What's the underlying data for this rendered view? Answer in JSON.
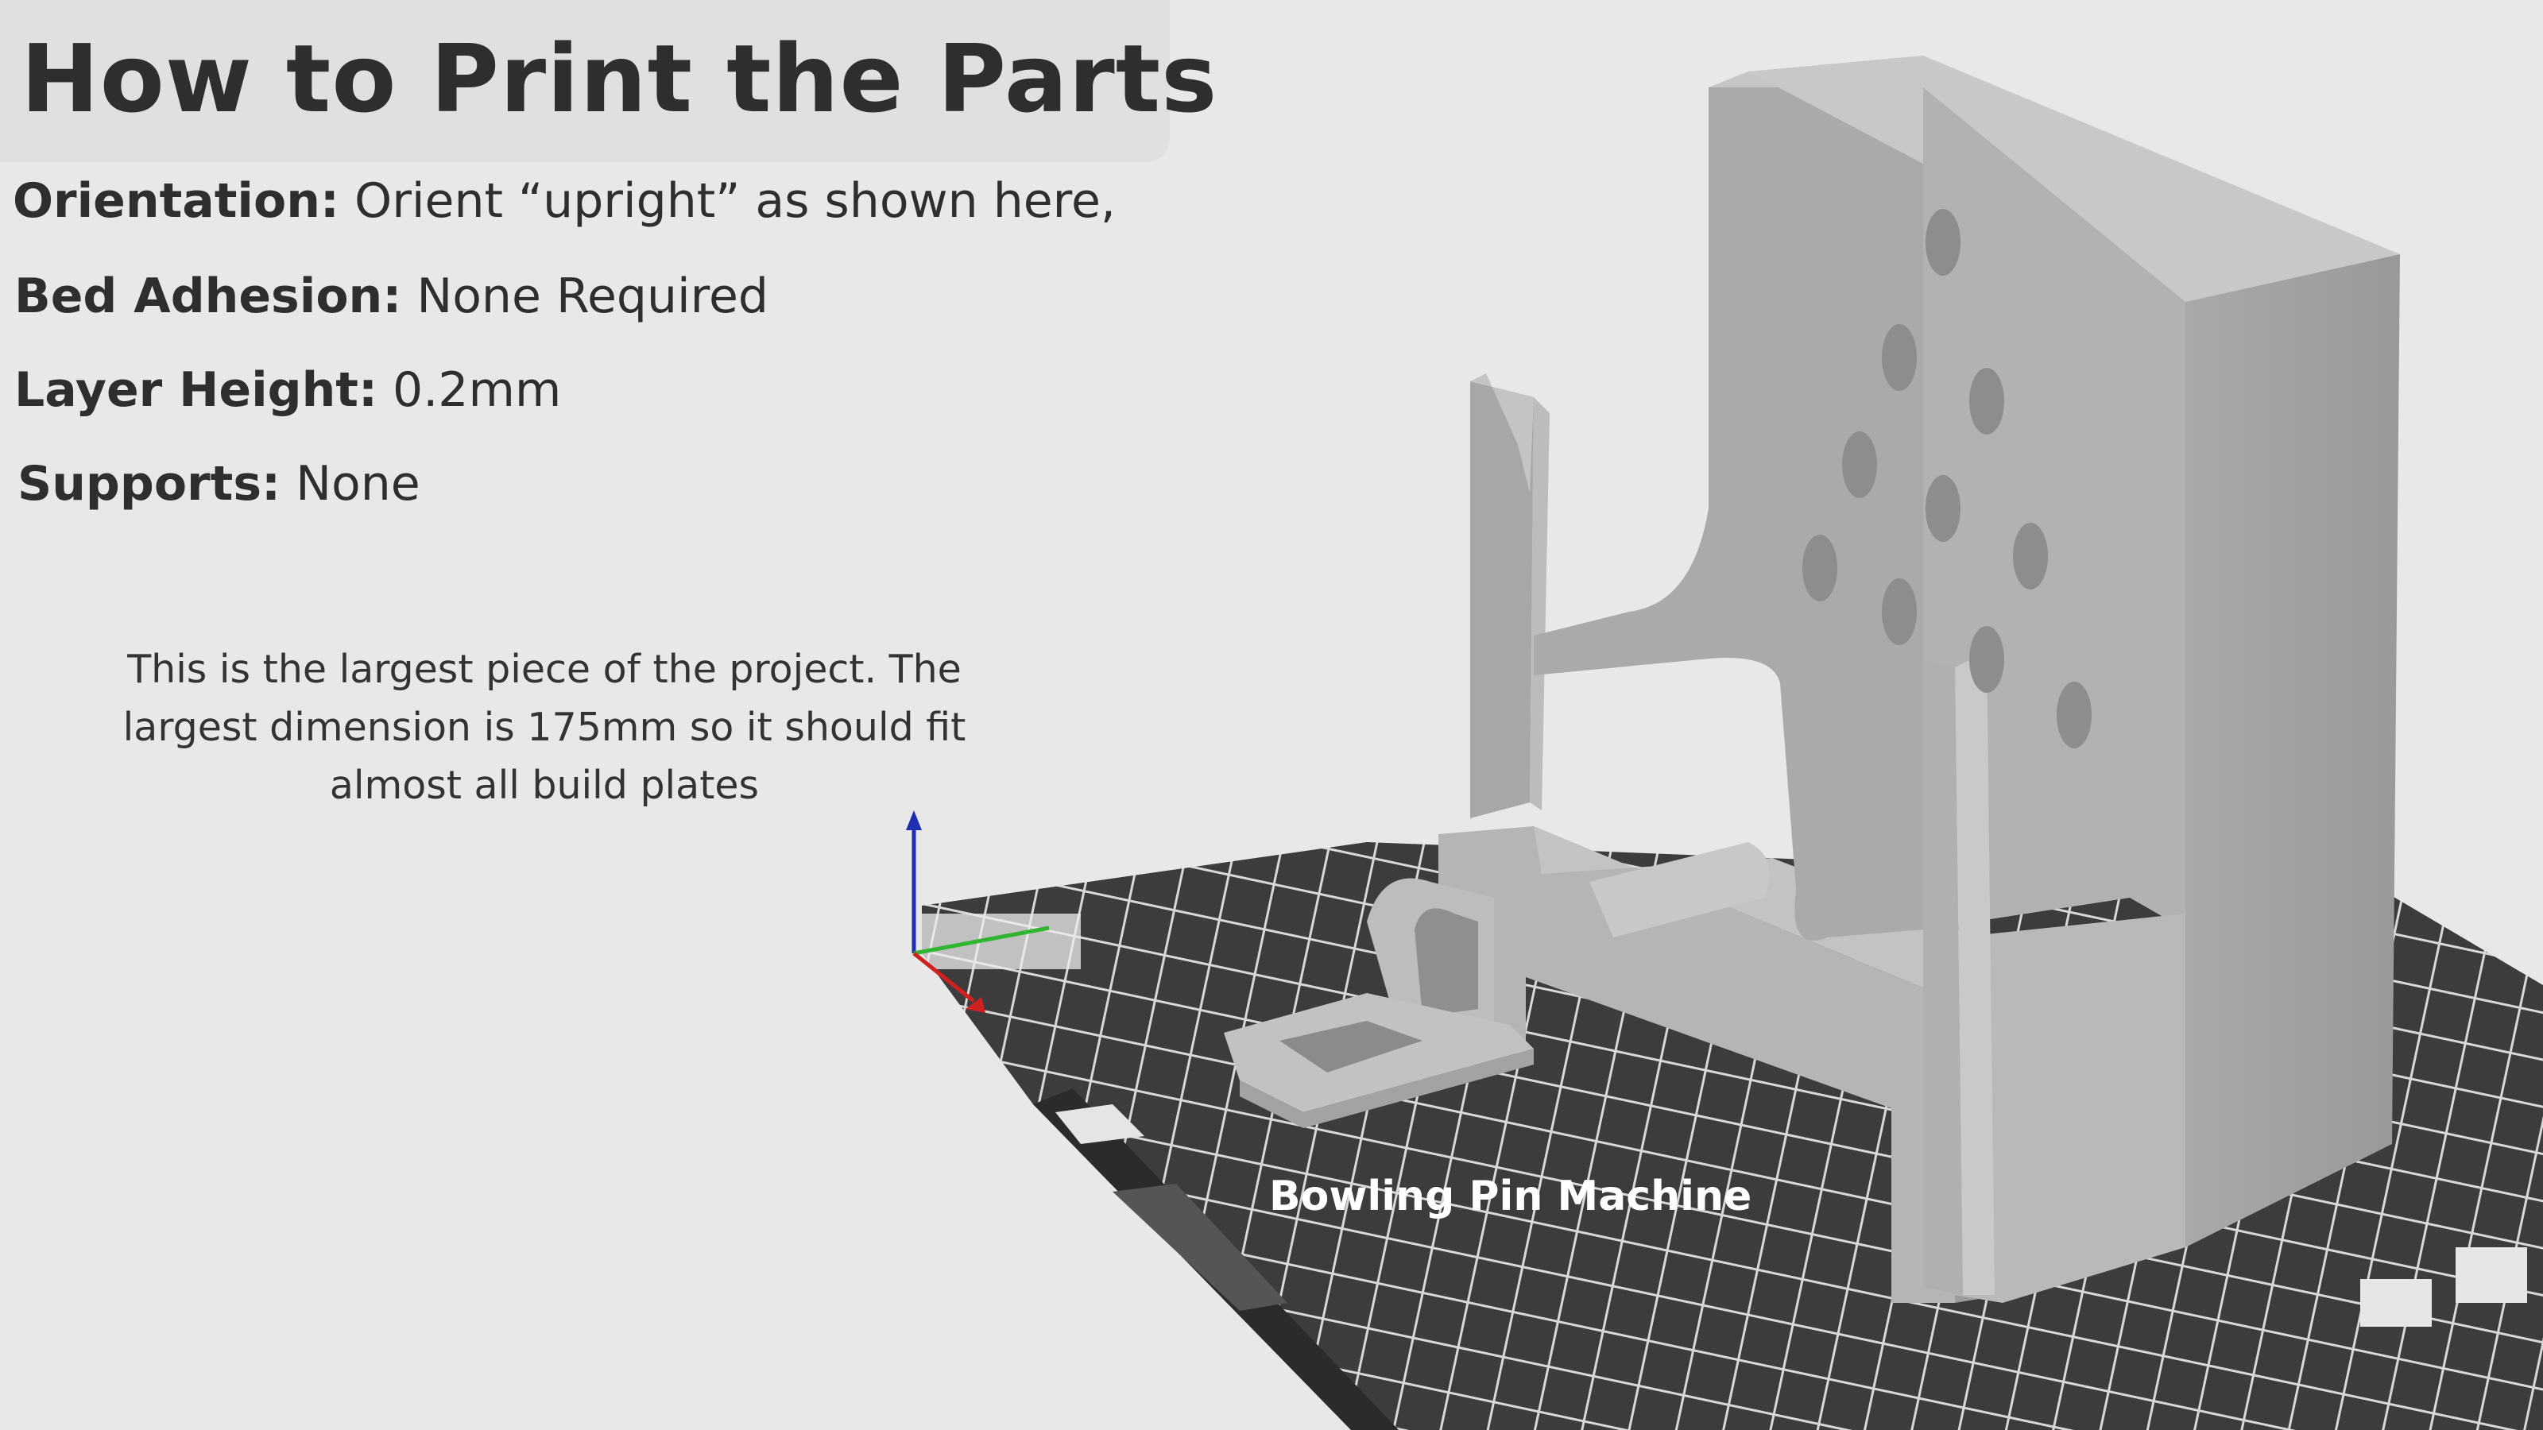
{
  "title": "How to Print the Parts",
  "specs": [
    {
      "label": "Orientation:",
      "value": " Orient “upright” as shown here,"
    },
    {
      "label": "Bed Adhesion:",
      "value": " None Required"
    },
    {
      "label": "Layer Height:",
      "value": " 0.2mm"
    },
    {
      "label": "Supports:",
      "value": " None"
    }
  ],
  "description": "This is the largest piece of the project. The largest dimension is 175mm so it should fit almost all build plates",
  "model_label": "Bowling Pin Machine",
  "colors": {
    "background": "#e8e8e8",
    "plate": "#3c3c3c",
    "part": "#b7b7b7",
    "axis_x": "#d02020",
    "axis_y": "#2fb52f",
    "axis_z": "#1e2fb0"
  },
  "icons": [
    "axis-gizmo-icon",
    "build-plate-icon"
  ]
}
